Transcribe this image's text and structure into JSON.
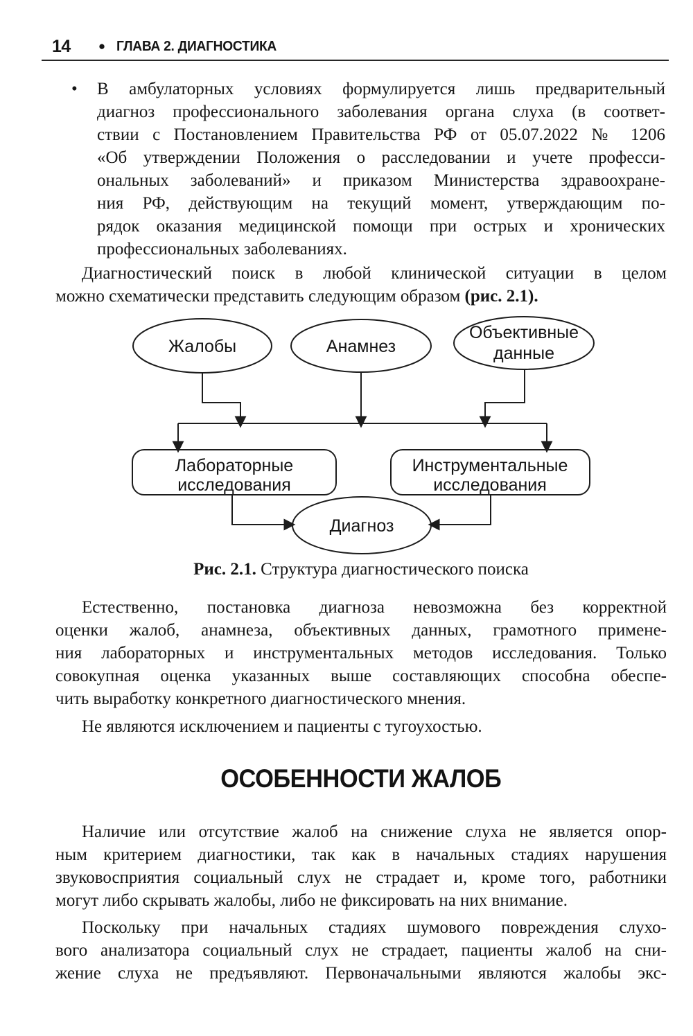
{
  "colors": {
    "ink": "#161616",
    "paper": "#ffffff"
  },
  "header": {
    "page_number": "14",
    "bullet": "●",
    "chapter": "ГЛАВА 2. ДИАГНОСТИКА"
  },
  "body": {
    "bullet_char": "•",
    "p1_lines": [
      "В амбулаторных условиях формулируется лишь предварительный",
      "диагноз профессионального заболевания органа слуха (в соответ-",
      "ствии с Постановлением Правительства РФ от 05.07.2022 № 1206",
      "«Об утверждении Положения о расследовании и учете професси-",
      "ональных заболеваний» и приказом Министерства здравоохране-",
      "ния РФ, действующим на текущий момент, утверждающим по-",
      "рядок оказания медицинской помощи при острых и хронических",
      "профессиональных заболеваниях."
    ],
    "p2_line1": "Диагностический поиск в любой клинической ситуации в целом",
    "p2_line2_normal": "можно схематически представить следующим образом ",
    "p2_line2_bold": "(рис. 2.1).",
    "p3_lines": [
      "Естественно, постановка диагноза невозможна без корректной",
      "оценки жалоб, анамнеза, объективных данных, грамотного примене-",
      "ния лабораторных и инструментальных методов исследования. Только",
      "совокупная оценка указанных выше составляющих способна обеспе-",
      "чить выработку конкретного диагностического мнения."
    ],
    "p4": "Не являются исключением и пациенты с тугоухостью.",
    "heading": "ОСОБЕННОСТИ ЖАЛОБ",
    "p5_lines": [
      "Наличие или отсутствие жалоб на снижение слуха не является опор-",
      "ным критерием диагностики, так как в начальных стадиях нарушения",
      "звуковосприятия социальный слух не страдает и, кроме того, работники",
      "могут либо скрывать жалобы, либо не фиксировать на них внимание."
    ],
    "p6_lines": [
      "Поскольку при начальных стадиях шумового повреждения слухо-",
      "вого анализатора социальный слух не страдает, пациенты жалоб на сни-",
      "жение слуха не предъявляют. Первоначальными являются жалобы экс-"
    ]
  },
  "figure": {
    "type": "flowchart",
    "nodes": {
      "complaints": "Жалобы",
      "anamnesis": "Анамнез",
      "objective_line1": "Объективные",
      "objective_line2": "данные",
      "lab_line1": "Лабораторные",
      "lab_line2": "исследования",
      "instrumental_line1": "Инструментальные",
      "instrumental_line2": "исследования",
      "diagnosis": "Диагноз"
    },
    "caption_bold": "Рис. 2.1.",
    "caption_rest": " Структура диагностического поиска"
  }
}
